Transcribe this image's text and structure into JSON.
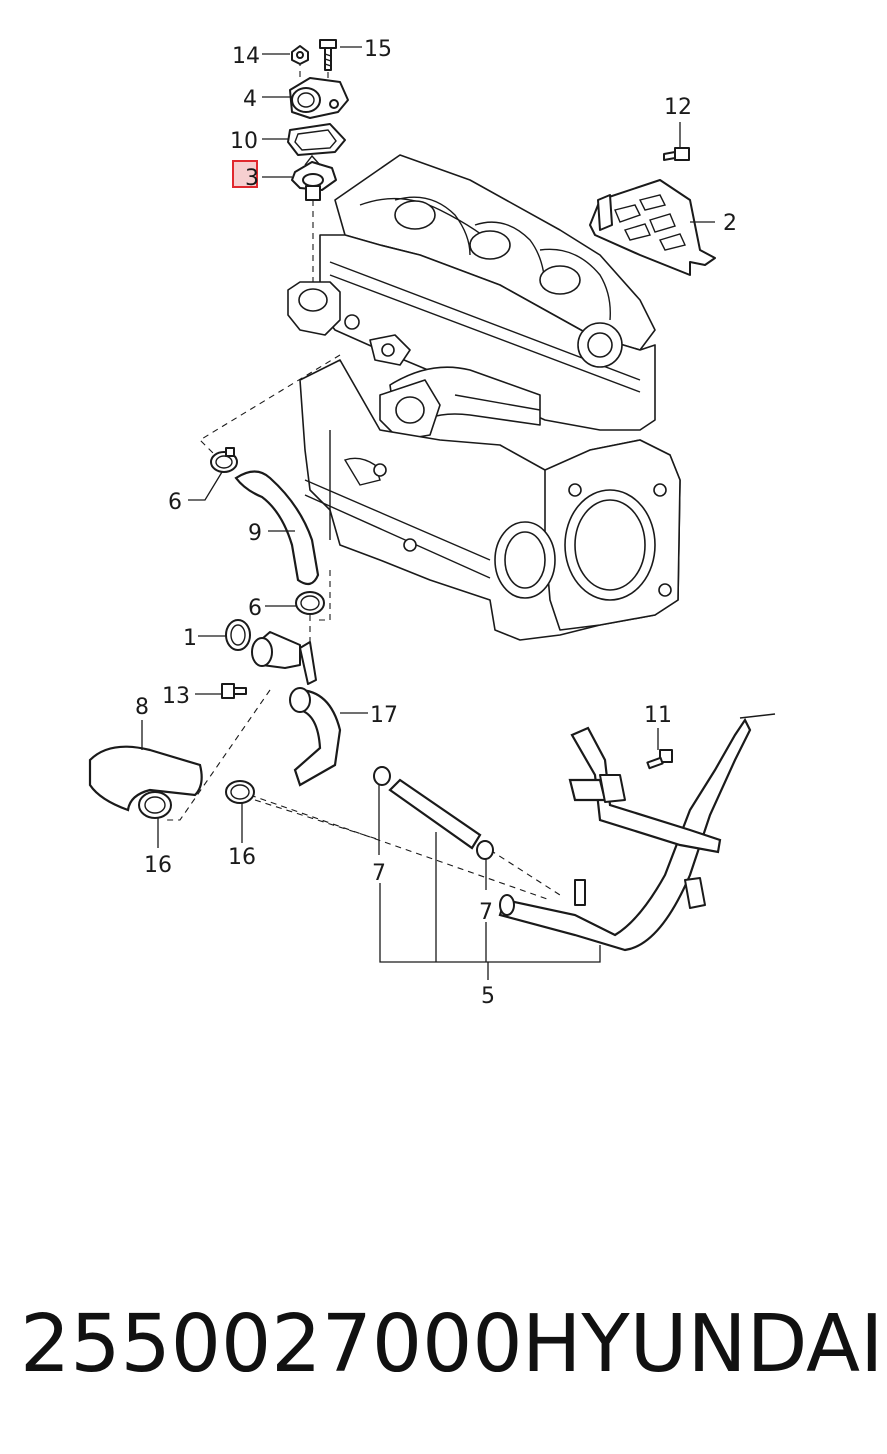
{
  "diagram": {
    "callouts": [
      {
        "id": "14",
        "label": "14"
      },
      {
        "id": "15",
        "label": "15"
      },
      {
        "id": "4",
        "label": "4"
      },
      {
        "id": "10",
        "label": "10"
      },
      {
        "id": "3",
        "label": "3",
        "highlighted": true
      },
      {
        "id": "12",
        "label": "12"
      },
      {
        "id": "2",
        "label": "2"
      },
      {
        "id": "6a",
        "label": "6"
      },
      {
        "id": "9",
        "label": "9"
      },
      {
        "id": "6b",
        "label": "6"
      },
      {
        "id": "1",
        "label": "1"
      },
      {
        "id": "13",
        "label": "13"
      },
      {
        "id": "17",
        "label": "17"
      },
      {
        "id": "8",
        "label": "8"
      },
      {
        "id": "11",
        "label": "11"
      },
      {
        "id": "16a",
        "label": "16"
      },
      {
        "id": "16b",
        "label": "16"
      },
      {
        "id": "7a",
        "label": "7"
      },
      {
        "id": "7b",
        "label": "7"
      },
      {
        "id": "5",
        "label": "5"
      }
    ],
    "highlight_color": "#e0282e",
    "highlight_fill": "#f6cfd0"
  },
  "footer": {
    "part_number": "2550027000",
    "brand": "HYUNDAI"
  }
}
